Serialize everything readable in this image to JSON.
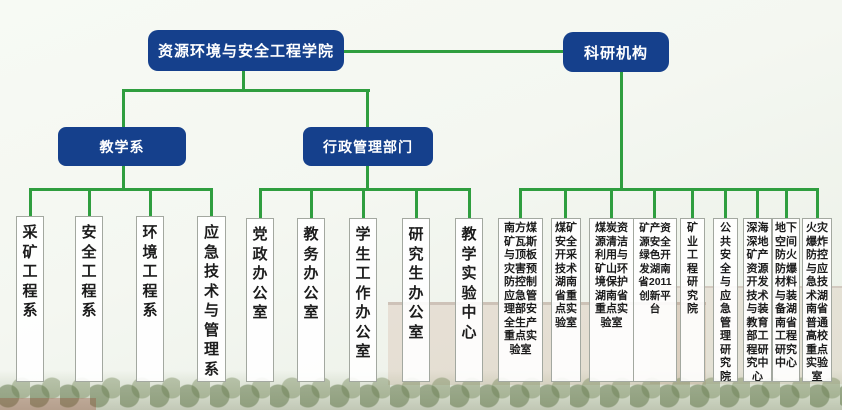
{
  "org": {
    "college": "资源环境与安全工程学院",
    "research_root": "科研机构",
    "teaching": {
      "label": "教学系",
      "children": [
        "采矿工程系",
        "安全工程系",
        "环境工程系",
        "应急技术与管理系"
      ]
    },
    "admin": {
      "label": "行政管理部门",
      "children": [
        "党政办公室",
        "教务办公室",
        "学生工作办公室",
        "研究生办公室",
        "教学实验中心"
      ]
    },
    "research": {
      "children": [
        "南方煤矿瓦斯与顶板灾害预防控制应急管理部安全生产重点实验室",
        "煤矿安全开采技术湖南省重点实验室",
        "煤炭资源清洁利用与矿山环境保护湖南省重点实验室",
        "矿产资源安全绿色开发湖南省2011创新平台",
        "矿业工程研究院",
        "公共安全与应急管理研究院",
        "深海深地矿产资源开发技术与装教育部工程研究中心",
        "地下空间防火防爆材料与装备湖南省工程研究中心",
        "火灾爆炸防控与应急技术湖南省普通高校重点实验室"
      ]
    }
  },
  "colors": {
    "node_blue": "#15408c",
    "node_text": "#ffffff",
    "connector_green": "#2f9e3f",
    "leaf_background": "#ffffff",
    "leaf_border": "#a3a8a0",
    "leaf_text": "#1c1c1c"
  }
}
